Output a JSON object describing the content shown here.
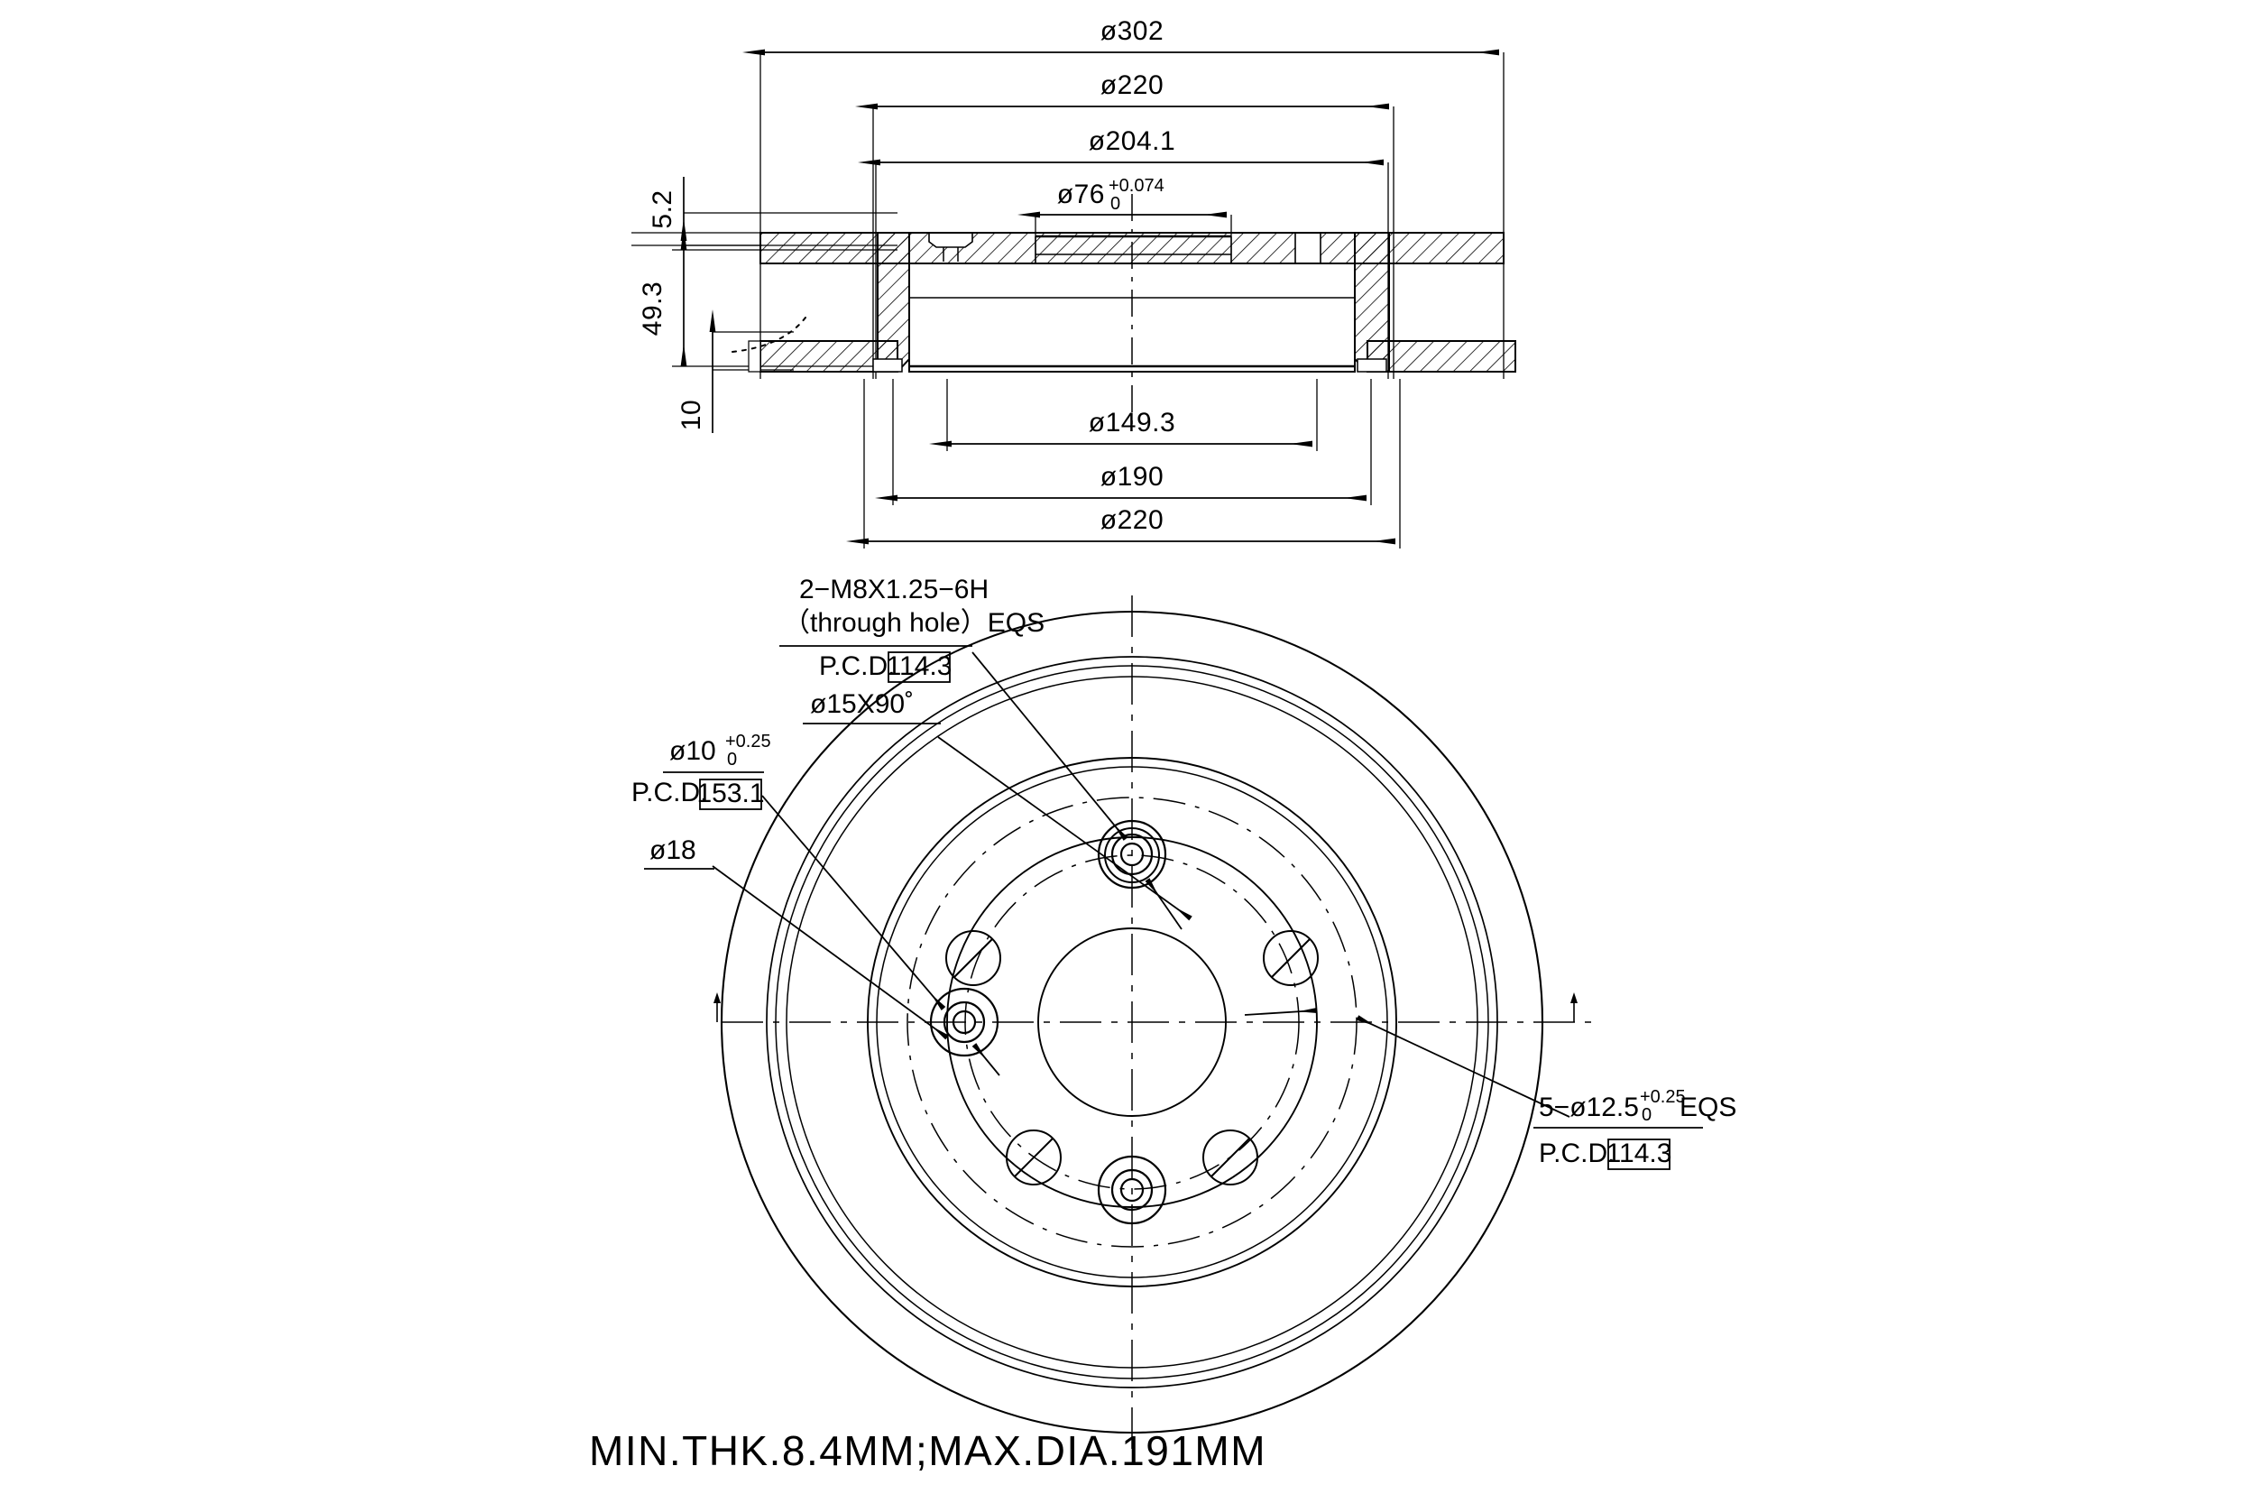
{
  "document": {
    "title": "Brake Disc Engineering Drawing",
    "sheet_color": "#ffffff",
    "line_color": "#000000"
  },
  "section_view": {
    "name": "cross-section-view",
    "dimensions_top": [
      {
        "id": "dia302",
        "label": "ø302",
        "value": 302,
        "unit": "mm"
      },
      {
        "id": "dia220t",
        "label": "ø220",
        "value": 220,
        "unit": "mm"
      },
      {
        "id": "dia2041",
        "label": "ø204.1",
        "value": 204.1,
        "unit": "mm"
      },
      {
        "id": "dia76",
        "label": "ø76",
        "value": 76,
        "unit": "mm",
        "tol_upper": "+0.074",
        "tol_lower": "0"
      }
    ],
    "dimensions_left": [
      {
        "id": "t52",
        "label": "5.2",
        "value": 5.2,
        "unit": "mm"
      },
      {
        "id": "t493",
        "label": "49.3",
        "value": 49.3,
        "unit": "mm"
      },
      {
        "id": "t10",
        "label": "10",
        "value": 10,
        "unit": "mm"
      }
    ],
    "dimensions_bottom": [
      {
        "id": "dia1493",
        "label": "ø149.3",
        "value": 149.3,
        "unit": "mm"
      },
      {
        "id": "dia190",
        "label": "ø190",
        "value": 190,
        "unit": "mm"
      },
      {
        "id": "dia220b",
        "label": "ø220",
        "value": 220,
        "unit": "mm"
      }
    ]
  },
  "front_view": {
    "name": "front-face-view",
    "annotations": [
      {
        "id": "m8-thread-note",
        "line1": "2−M8X1.25−6H",
        "line2": "（through hole）EQS",
        "pcd_label": "P.C.D.",
        "pcd_value": "114.3"
      },
      {
        "id": "chamfer-note",
        "line1": "ø15X90˚"
      },
      {
        "id": "dia10-note",
        "line1": "ø10",
        "tol_upper": "+0.25",
        "tol_lower": "0",
        "pcd_label": "P.C.D.",
        "pcd_value": "153.1"
      },
      {
        "id": "dia18-note",
        "line1": "ø18"
      },
      {
        "id": "lug-hole-note",
        "line1": "5−ø12.5",
        "tol_upper": "+0.25",
        "tol_lower": "0",
        "suffix": "EQS",
        "pcd_label": "P.C.D.",
        "pcd_value": "114.3"
      }
    ]
  },
  "footer": {
    "note": "MIN.THK.8.4MM;MAX.DIA.191MM"
  }
}
